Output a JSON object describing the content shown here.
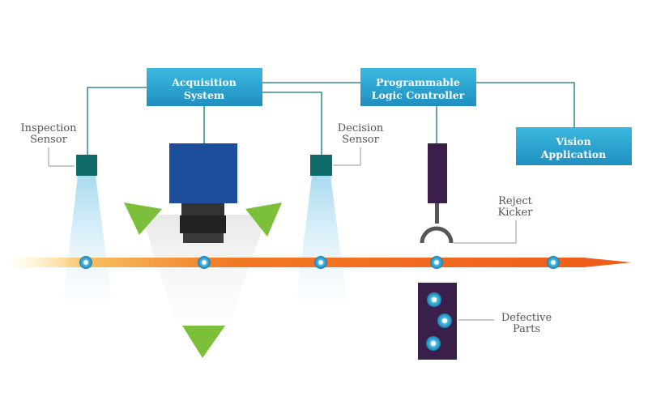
{
  "boxes": {
    "acquisition": [
      "Acquisition",
      "System"
    ],
    "plc": [
      "Programmable",
      "Logic Controller"
    ],
    "vision": [
      "Vision",
      "Application"
    ]
  },
  "labels": {
    "inspection_sensor": [
      "Inspection",
      "Sensor"
    ],
    "decision_sensor": [
      "Decision",
      "Sensor"
    ],
    "reject_kicker": [
      "Reject",
      "Kicker"
    ],
    "defective_parts": [
      "Defective",
      "Parts"
    ]
  },
  "colors": {
    "box": "#2ba3cf",
    "wire": "#3f8a9c",
    "sensor": "#0f6a6a",
    "camera": "#1e4d9c",
    "kicker": "#3a1f4a",
    "deflector": "#7cbf3a",
    "conveyor": "#f07020",
    "part": "#2a9fc8"
  }
}
